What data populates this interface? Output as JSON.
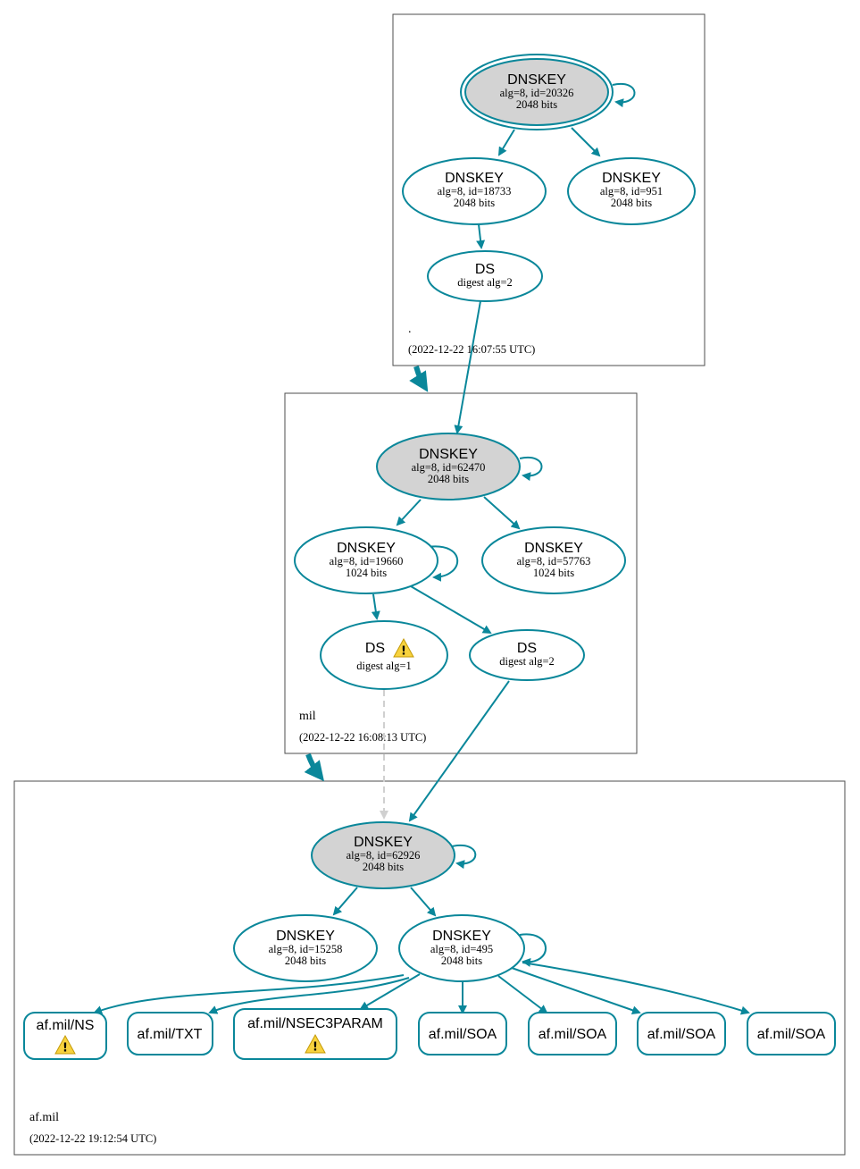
{
  "colors": {
    "edge": "#0a879a",
    "ksk_fill": "#d3d3d3",
    "warning": "#f7d23e",
    "insecure_edge": "#d0d0d0"
  },
  "zones": {
    "root": {
      "name": ".",
      "timestamp": "(2022-12-22 16:07:55 UTC)"
    },
    "mil": {
      "name": "mil",
      "timestamp": "(2022-12-22 16:08:13 UTC)"
    },
    "afmil": {
      "name": "af.mil",
      "timestamp": "(2022-12-22 19:12:54 UTC)"
    }
  },
  "nodes": {
    "root_ksk": {
      "title": "DNSKEY",
      "line1": "alg=8, id=20326",
      "line2": "2048 bits"
    },
    "root_zsk1": {
      "title": "DNSKEY",
      "line1": "alg=8, id=18733",
      "line2": "2048 bits"
    },
    "root_zsk2": {
      "title": "DNSKEY",
      "line1": "alg=8, id=951",
      "line2": "2048 bits"
    },
    "root_ds": {
      "title": "DS",
      "line1": "digest alg=2"
    },
    "mil_ksk": {
      "title": "DNSKEY",
      "line1": "alg=8, id=62470",
      "line2": "2048 bits"
    },
    "mil_zsk1": {
      "title": "DNSKEY",
      "line1": "alg=8, id=19660",
      "line2": "1024 bits"
    },
    "mil_zsk2": {
      "title": "DNSKEY",
      "line1": "alg=8, id=57763",
      "line2": "1024 bits"
    },
    "mil_ds1": {
      "title": "DS",
      "line1": "digest alg=1",
      "warning": "warning-icon"
    },
    "mil_ds2": {
      "title": "DS",
      "line1": "digest alg=2"
    },
    "af_ksk": {
      "title": "DNSKEY",
      "line1": "alg=8, id=62926",
      "line2": "2048 bits"
    },
    "af_zsk1": {
      "title": "DNSKEY",
      "line1": "alg=8, id=15258",
      "line2": "2048 bits"
    },
    "af_zsk2": {
      "title": "DNSKEY",
      "line1": "alg=8, id=495",
      "line2": "2048 bits"
    }
  },
  "rrsets": [
    {
      "label": "af.mil/NS",
      "warning": true
    },
    {
      "label": "af.mil/TXT",
      "warning": false
    },
    {
      "label": "af.mil/NSEC3PARAM",
      "warning": true
    },
    {
      "label": "af.mil/SOA",
      "warning": false
    },
    {
      "label": "af.mil/SOA",
      "warning": false
    },
    {
      "label": "af.mil/SOA",
      "warning": false
    },
    {
      "label": "af.mil/SOA",
      "warning": false
    }
  ]
}
